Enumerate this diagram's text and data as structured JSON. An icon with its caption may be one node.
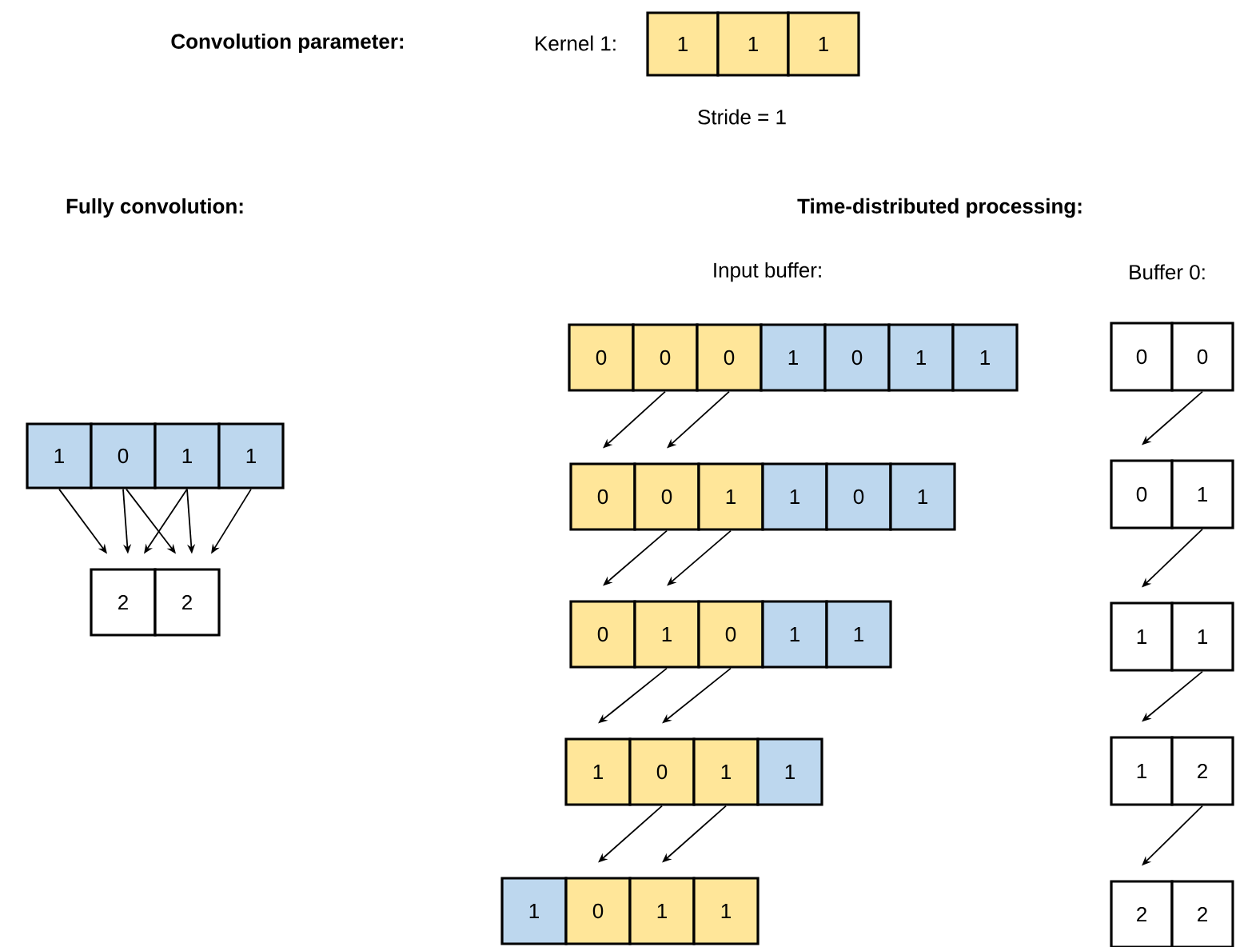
{
  "diagram": {
    "nodes": [
      {
        "text": [
          "1"
        ]
      },
      {
        "text": [
          "1"
        ]
      },
      {
        "text": [
          "1"
        ]
      },
      {
        "text": [
          "1"
        ]
      },
      {
        "text": [
          "0"
        ]
      },
      {
        "text": [
          "1"
        ]
      },
      {
        "text": [
          "1"
        ]
      },
      {
        "text": [
          "2"
        ]
      },
      {
        "text": [
          "2"
        ]
      },
      {
        "text": [
          "0"
        ]
      },
      {
        "text": [
          "0"
        ]
      },
      {
        "text": [
          "0"
        ]
      },
      {
        "text": [
          "1"
        ]
      },
      {
        "text": [
          "0"
        ]
      },
      {
        "text": [
          "1"
        ]
      },
      {
        "text": [
          "1"
        ]
      },
      {
        "text": [
          "0"
        ]
      },
      {
        "text": [
          "0"
        ]
      },
      {
        "text": [
          "1"
        ]
      },
      {
        "text": [
          "1"
        ]
      },
      {
        "text": [
          "0"
        ]
      },
      {
        "text": [
          "1"
        ]
      },
      {
        "text": [
          "0"
        ]
      },
      {
        "text": [
          "1"
        ]
      },
      {
        "text": [
          "0"
        ]
      },
      {
        "text": [
          "1"
        ]
      },
      {
        "text": [
          "1"
        ]
      },
      {
        "text": [
          "1"
        ]
      },
      {
        "text": [
          "0"
        ]
      },
      {
        "text": [
          "1"
        ]
      },
      {
        "text": [
          "1"
        ]
      },
      {
        "text": [
          "1"
        ]
      },
      {
        "text": [
          "0"
        ]
      },
      {
        "text": [
          "1"
        ]
      },
      {
        "text": [
          "1"
        ]
      },
      {
        "text": [
          "0"
        ]
      },
      {
        "text": [
          "0"
        ]
      },
      {
        "text": [
          "0"
        ]
      },
      {
        "text": [
          "1"
        ]
      },
      {
        "text": [
          "1"
        ]
      },
      {
        "text": [
          "1"
        ]
      },
      {
        "text": [
          "1"
        ]
      },
      {
        "text": [
          "2"
        ]
      },
      {
        "text": [
          "2"
        ]
      },
      {
        "text": [
          "2"
        ]
      }
    ],
    "edges": [
      {
        "from": 3,
        "to": 7,
        "arrow": "to"
      },
      {
        "from": 4,
        "to": 7,
        "arrow": "to"
      },
      {
        "from": 5,
        "to": 7,
        "arrow": "to"
      },
      {
        "from": 4,
        "to": 8,
        "arrow": "to"
      },
      {
        "from": 5,
        "to": 8,
        "arrow": "to"
      },
      {
        "from": 6,
        "to": 8,
        "arrow": "to"
      },
      {
        "from": 10,
        "to": 16,
        "arrow": "to"
      },
      {
        "from": 11,
        "to": 17,
        "arrow": "to"
      },
      {
        "from": 17,
        "to": 22,
        "arrow": "to"
      },
      {
        "from": 18,
        "to": 23,
        "arrow": "to"
      },
      {
        "from": 23,
        "to": 27,
        "arrow": "to"
      },
      {
        "from": 24,
        "to": 28,
        "arrow": "to"
      },
      {
        "from": 28,
        "to": 32,
        "arrow": "to"
      },
      {
        "from": 29,
        "to": 33,
        "arrow": "to"
      },
      {
        "from": 36,
        "to": 37,
        "arrow": "to"
      },
      {
        "from": 38,
        "to": 39,
        "arrow": "to"
      },
      {
        "from": 40,
        "to": 41,
        "arrow": "to"
      },
      {
        "from": 42,
        "to": 43,
        "arrow": "to"
      }
    ],
    "labels": [
      "Convolution parameter:",
      "Kernel 1:",
      "Stride = 1",
      "Fully convolution:",
      "Time-distributed processing:",
      "Input buffer:",
      "Buffer 0:"
    ]
  }
}
